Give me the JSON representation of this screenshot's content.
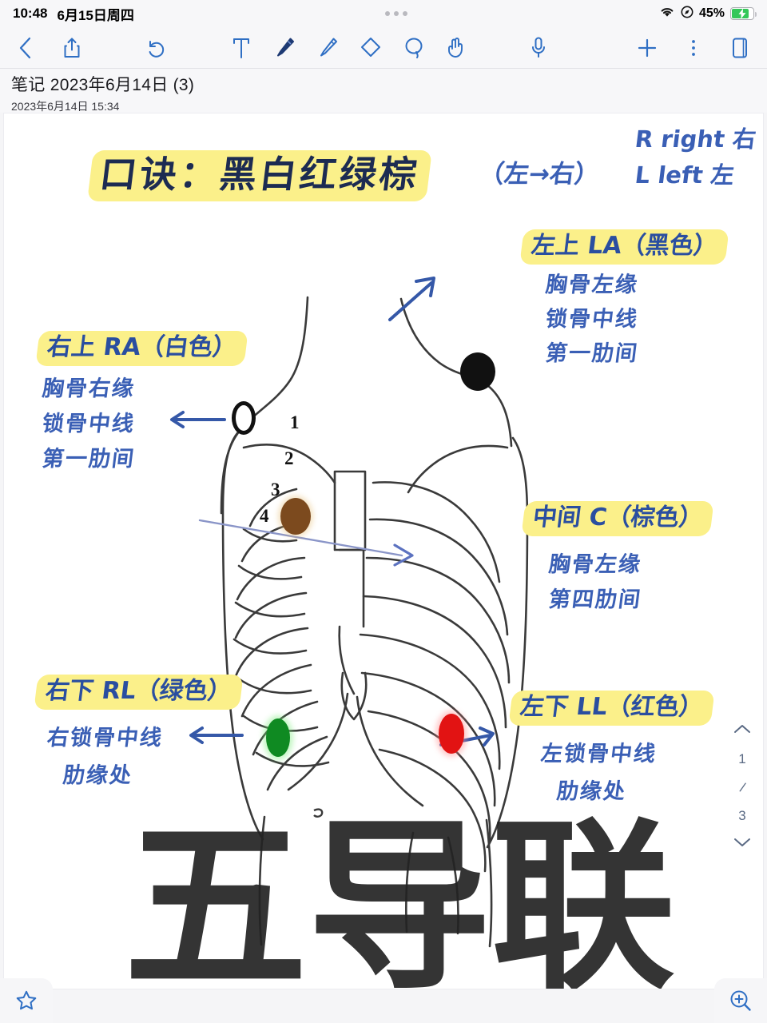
{
  "statusbar": {
    "time": "10:48",
    "date": "6月15日周四",
    "battery_percent": "45%",
    "wifi_icon": "wifi-icon",
    "location_icon": "location-icon",
    "battery_icon": "battery-charging-icon",
    "center_dots": "more-dots-indicator"
  },
  "toolbar": {
    "back": "back-chevron",
    "share": "share",
    "undo": "undo",
    "text_tool": "T",
    "pen_tool": "pen",
    "highlighter_tool": "highlighter",
    "eraser_tool": "eraser",
    "lasso_tool": "lasso",
    "hand_tool": "hand",
    "mic": "microphone",
    "add": "+",
    "more": "⋮",
    "page_view": "page"
  },
  "note": {
    "title": "笔记 2023年6月14日 (3)",
    "date": "2023年6月14日 15:34"
  },
  "page_nav": {
    "up": "chevron-up",
    "current": "1",
    "separator": "/",
    "total": "3",
    "down": "chevron-down"
  },
  "bottom_bar": {
    "favorite": "star-icon",
    "zoom_in": "zoom-in-icon"
  },
  "handwriting": {
    "mnemonic_title": "口诀：黑白红绿棕",
    "direction_note": "（左→右）",
    "legend_r": "R right 右",
    "legend_l": "L left 左",
    "big_text": "五导联",
    "rib_numbers": [
      "1",
      "2",
      "3",
      "4"
    ],
    "labels": [
      {
        "heading": "左上 LA（黑色）",
        "lines": [
          "胸骨左缘",
          "锁骨中线",
          "第一肋间"
        ],
        "color_name": "黑色",
        "color_hex": "#111111"
      },
      {
        "heading": "右上 RA（白色）",
        "lines": [
          "胸骨右缘",
          "锁骨中线",
          "第一肋间"
        ],
        "color_name": "白色",
        "color_hex": "#ffffff"
      },
      {
        "heading": "中间 C（棕色）",
        "lines": [
          "胸骨左缘",
          "第四肋间"
        ],
        "color_name": "棕色",
        "color_hex": "#7c4a1e"
      },
      {
        "heading": "右下 RL（绿色）",
        "lines": [
          "右锁骨中线",
          "肋缘处"
        ],
        "color_name": "绿色",
        "color_hex": "#0f8a22"
      },
      {
        "heading": "左下 LL（红色）",
        "lines": [
          "左锁骨中线",
          "肋缘处"
        ],
        "color_name": "红色",
        "color_hex": "#e21313"
      }
    ]
  },
  "colors": {
    "highlight": "#fbf08a",
    "ink_blue": "#3a5fb5",
    "ui_blue": "#2f6fc4",
    "battery_green": "#34c759"
  }
}
